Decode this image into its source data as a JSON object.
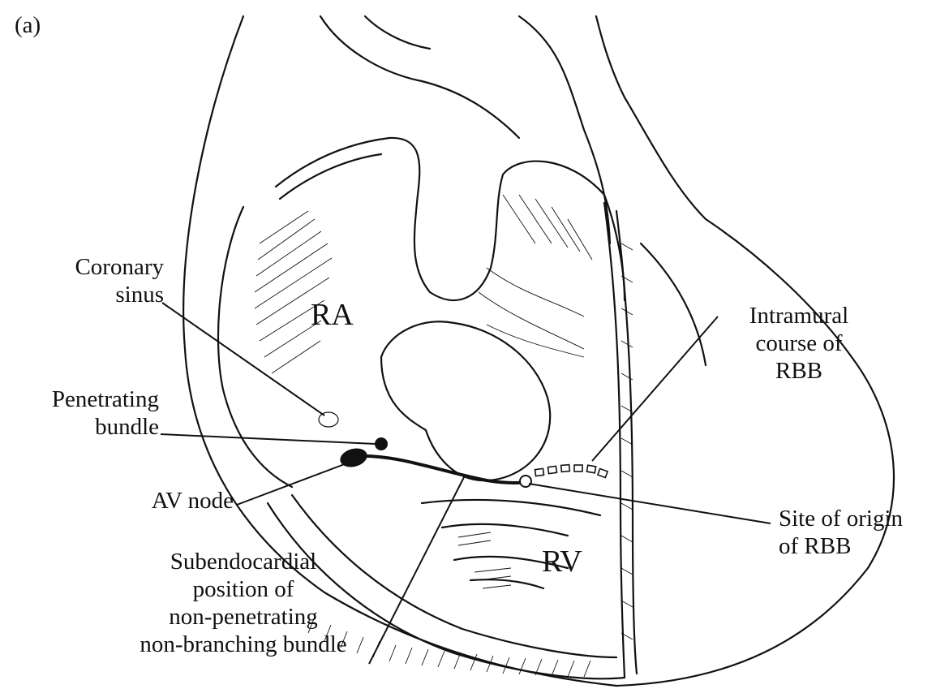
{
  "panel_label": "(a)",
  "chambers": {
    "ra": "RA",
    "rv": "RV"
  },
  "labels": {
    "coronary_sinus": [
      "Coronary",
      "sinus"
    ],
    "penetrating_bundle": [
      "Penetrating",
      "bundle"
    ],
    "av_node": [
      "AV node"
    ],
    "subendocardial": [
      "Subendocardial",
      "position of",
      "non-penetrating",
      "non-branching bundle"
    ],
    "intramural": [
      "Intramural",
      "course of",
      "RBB"
    ],
    "site_of_origin": [
      "Site of origin",
      "of RBB"
    ]
  },
  "colors": {
    "ink": "#111111",
    "background": "#ffffff"
  }
}
